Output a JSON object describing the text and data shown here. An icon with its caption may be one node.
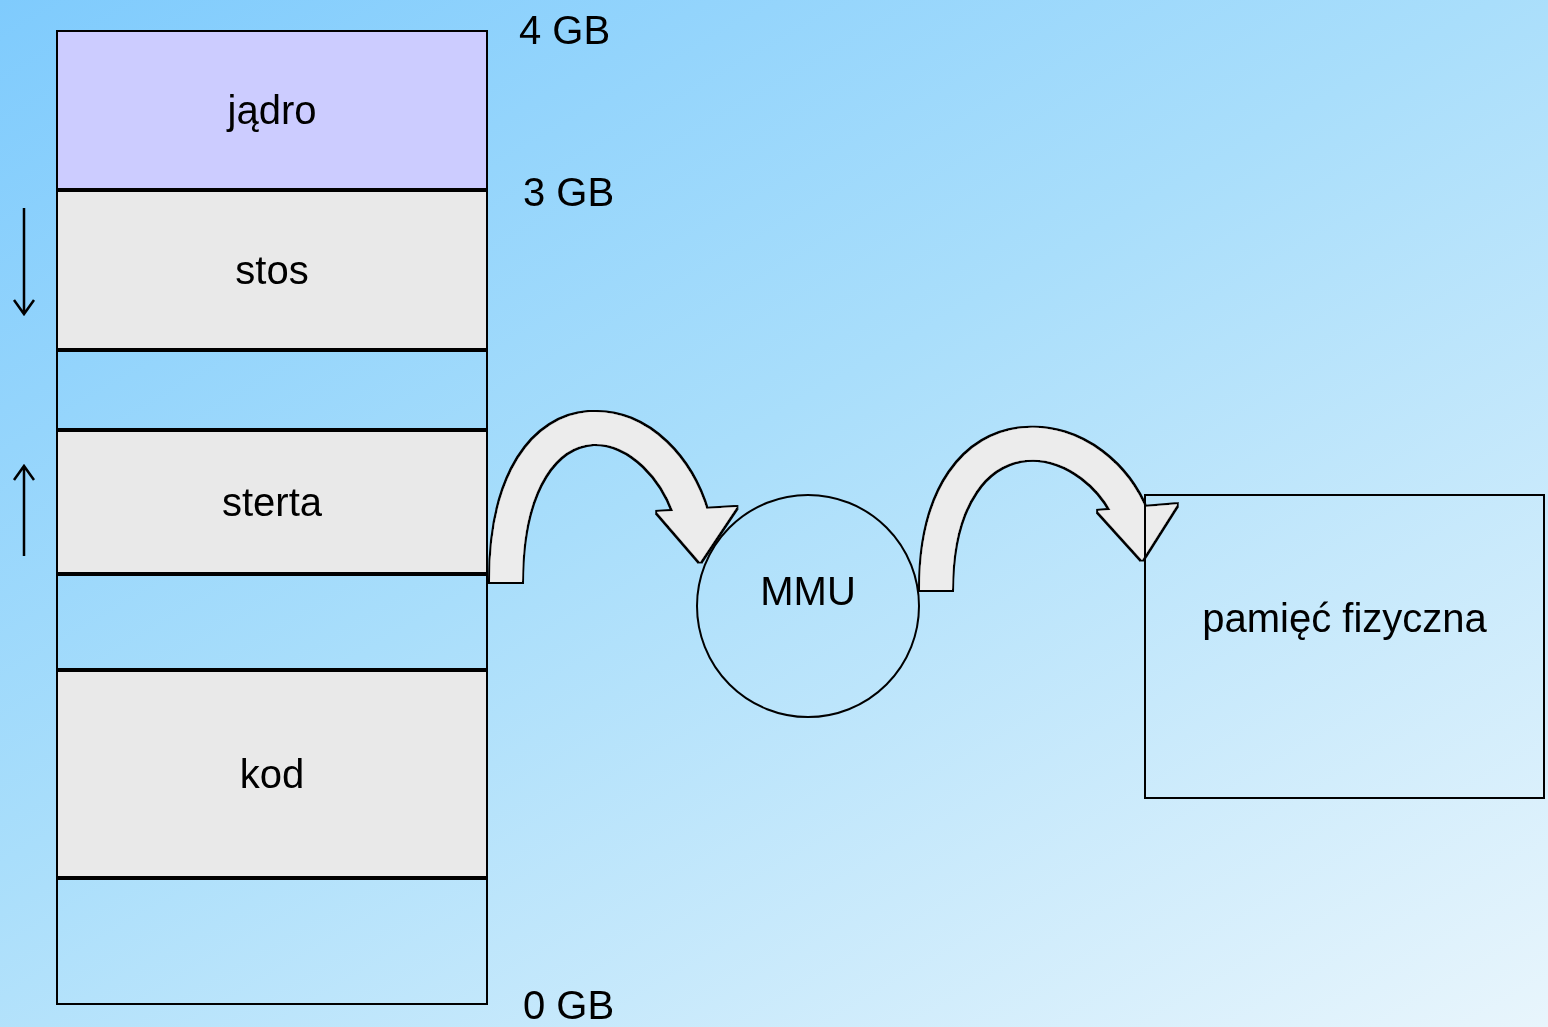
{
  "diagram": {
    "nodes": [
      {
        "text": [],
        "shape": "box"
      },
      {
        "text": [
          "jądro"
        ],
        "in": 0
      },
      {
        "text": [
          "stos"
        ],
        "in": 0
      },
      {
        "text": [],
        "shape": "box",
        "in": 0
      },
      {
        "text": [
          "sterta"
        ],
        "in": 0
      },
      {
        "text": [],
        "shape": "box",
        "in": 0
      },
      {
        "text": [
          "kod"
        ],
        "in": 0
      },
      {
        "text": [],
        "shape": "box",
        "in": 0
      },
      {
        "text": [
          "MMU"
        ]
      },
      {
        "text": [
          "pamięć fizyczna"
        ]
      }
    ],
    "edges": [
      {
        "from": 0,
        "to": 8,
        "arrow": "to"
      },
      {
        "from": 8,
        "to": 9,
        "arrow": "to"
      }
    ],
    "labels": [
      "4 GB",
      "3 GB",
      "0 GB"
    ]
  }
}
